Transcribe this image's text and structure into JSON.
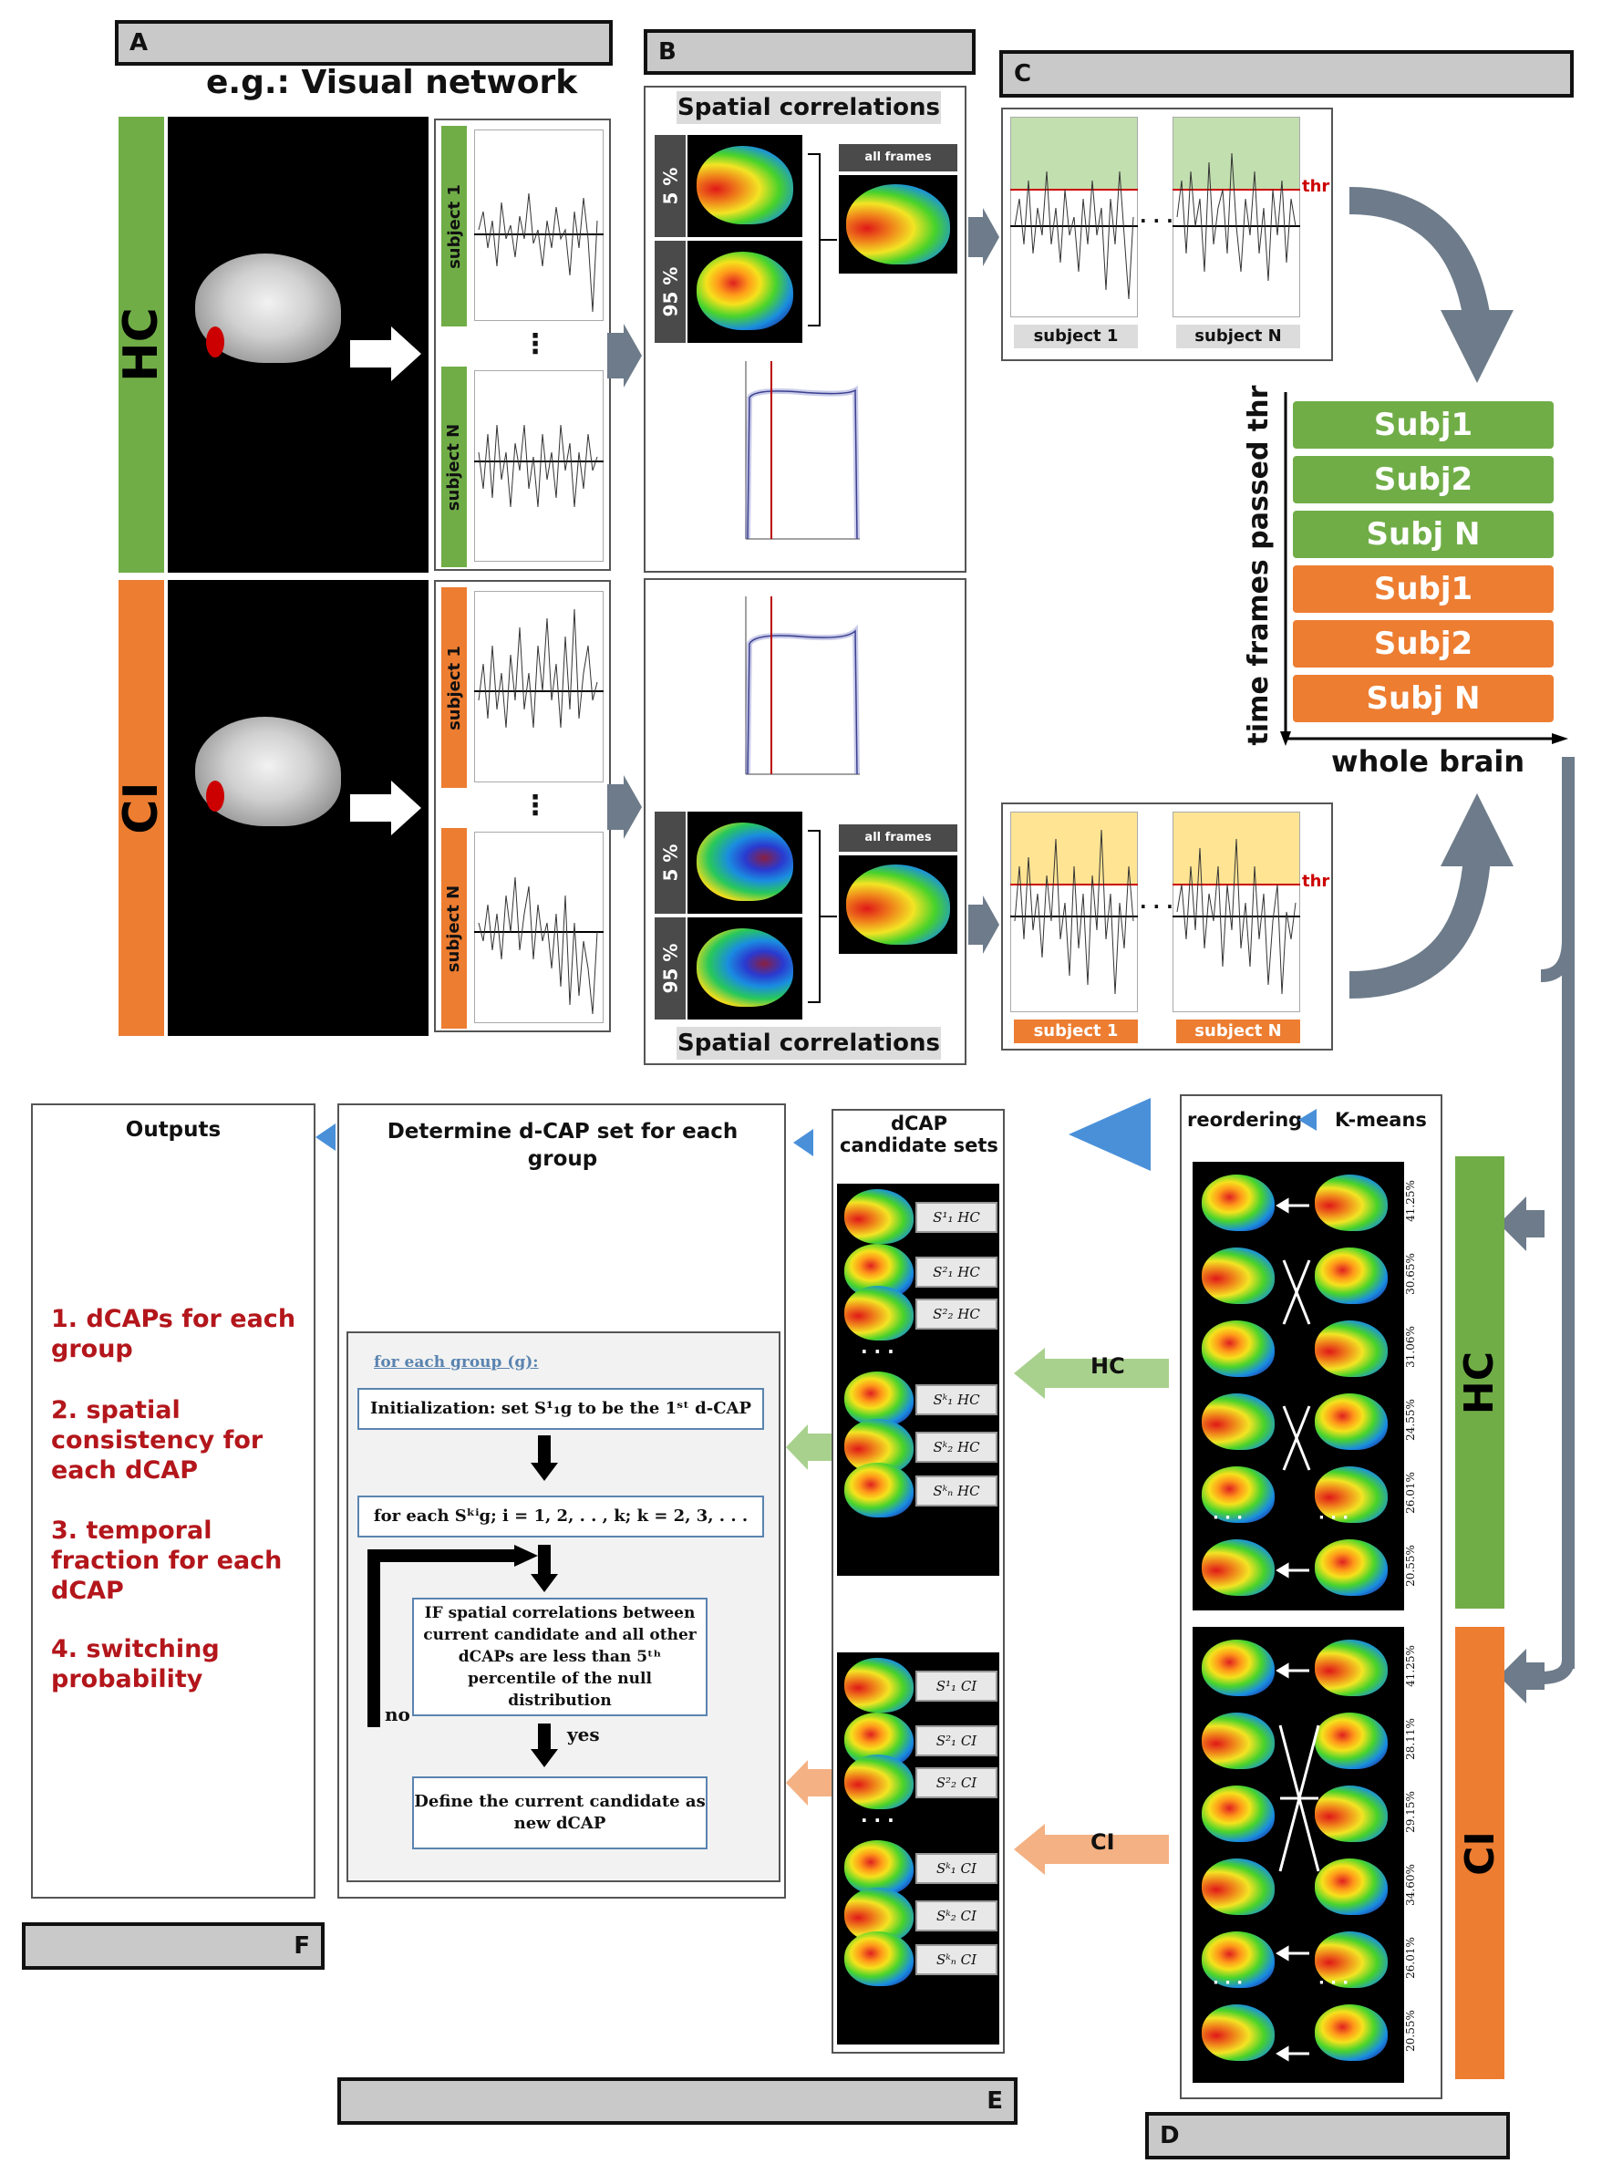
{
  "panels": {
    "A": "A",
    "B": "B",
    "C": "C",
    "D": "D",
    "E": "E",
    "F": "F"
  },
  "panelA": {
    "title": "e.g.: Visual network",
    "group_hc": "HC",
    "group_ci": "CI",
    "subject1": "subject 1",
    "subjectN": "subject N",
    "dots": "⋮"
  },
  "panelB": {
    "spatial_correlations": "Spatial correlations",
    "pct5": "5 %",
    "pct95": "95 %",
    "all_frames": "all frames"
  },
  "panelC": {
    "thr": "thr",
    "subject1": "subject 1",
    "subjectN": "subject N",
    "ellipsis": "· · ·"
  },
  "stack": {
    "axis_y": "time frames passed thr",
    "axis_x": "whole brain",
    "items": [
      {
        "label": "Subj1",
        "group": "HC"
      },
      {
        "label": "Subj2",
        "group": "HC"
      },
      {
        "label": "Subj N",
        "group": "HC"
      },
      {
        "label": "Subj1",
        "group": "CI"
      },
      {
        "label": "Subj2",
        "group": "CI"
      },
      {
        "label": "Subj N",
        "group": "CI"
      }
    ]
  },
  "panelD": {
    "reordering": "reordering",
    "kmeans": "K-means",
    "hc": "HC",
    "ci": "CI",
    "hc_pcts": [
      "41.25%",
      "30.65%",
      "31.06%",
      "24.55%",
      "26.01%",
      "20.55%"
    ],
    "ci_pcts": [
      "41.25%",
      "28.11%",
      "29.15%",
      "34.60%",
      "26.01%",
      "20.55%"
    ],
    "dots": "· · ·"
  },
  "panelE": {
    "title": "dCAP candidate sets",
    "hc": "HC",
    "ci": "CI",
    "hc_labels": [
      "S¹₁ HC",
      "S²₁ HC",
      "S²₂ HC",
      "Sᵏ₁ HC",
      "Sᵏ₂ HC",
      "Sᵏₙ HC"
    ],
    "ci_labels": [
      "S¹₁ CI",
      "S²₁ CI",
      "S²₂ CI",
      "Sᵏ₁ CI",
      "Sᵏ₂ CI",
      "Sᵏₙ CI"
    ],
    "dots": "· · ·"
  },
  "determine": {
    "title": "Determine d-CAP set for each group",
    "for_each_group": "for each group (g):",
    "init": "Initialization: set  S¹₁g  to be the 1ˢᵗ d-CAP",
    "loop": "for each  Sᵏⁱg;  i = 1, 2, . . , k;  k = 2, 3, . . .",
    "condition": "IF spatial correlations between current candidate and all other dCAPs are less than 5ᵗʰ percentile of the null distribution",
    "yes": "yes",
    "no": "no",
    "define": "Define the current candidate as new dCAP"
  },
  "outputs": {
    "title": "Outputs",
    "items": [
      "1. dCAPs for each group",
      "2. spatial consistency for each dCAP",
      "3. temporal fraction for each dCAP",
      "4. switching probability"
    ]
  },
  "colors": {
    "hc": "#70ad47",
    "ci": "#ed7d31",
    "accent_red": "#b3161b",
    "arrow_blue": "#4a90d9"
  }
}
